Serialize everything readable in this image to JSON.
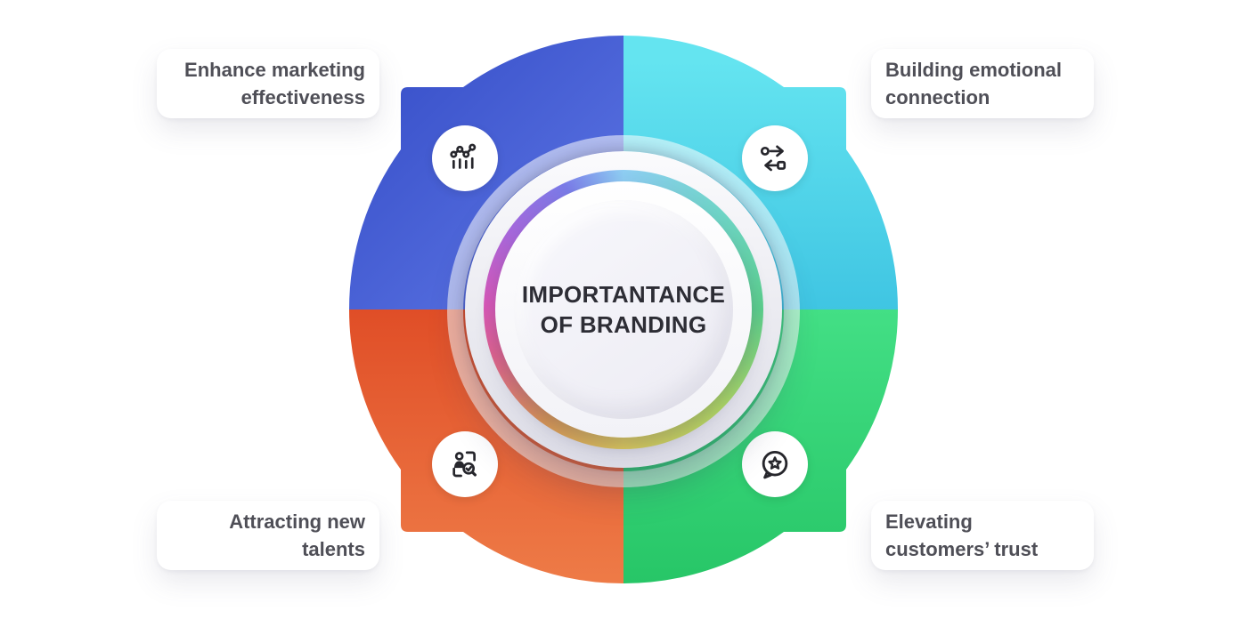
{
  "background": "#ffffff",
  "center": {
    "title": "IMPORTANTANCE OF BRANDING",
    "ring_palette": [
      "#8ECDF2",
      "#6FD6C8",
      "#5BD08C",
      "#B2DC62",
      "#E2CE5A",
      "#DE9852",
      "#E0638E",
      "#D957B8",
      "#A668DD",
      "#7A7CE8"
    ]
  },
  "quadrants": [
    {
      "position": "top-left",
      "gradient": [
        "#3C54CC",
        "#5F78E6"
      ],
      "icon": "line-bar-chart-icon",
      "card_lines": [
        "Enhance marketing",
        "effectiveness"
      ]
    },
    {
      "position": "top-right",
      "gradient": [
        "#64E4F0",
        "#3EC4E2"
      ],
      "icon": "exchange-arrows-icon",
      "card_lines": [
        "Building emotional",
        "connection"
      ]
    },
    {
      "position": "bottom-left",
      "gradient": [
        "#E04E27",
        "#EE7B47"
      ],
      "icon": "talent-search-icon",
      "card_lines": [
        "Attracting new",
        "talents"
      ]
    },
    {
      "position": "bottom-right",
      "gradient": [
        "#43DF85",
        "#27C667"
      ],
      "icon": "review-star-bubble-icon",
      "card_lines": [
        "Elevating",
        "customers’ trust"
      ]
    }
  ]
}
